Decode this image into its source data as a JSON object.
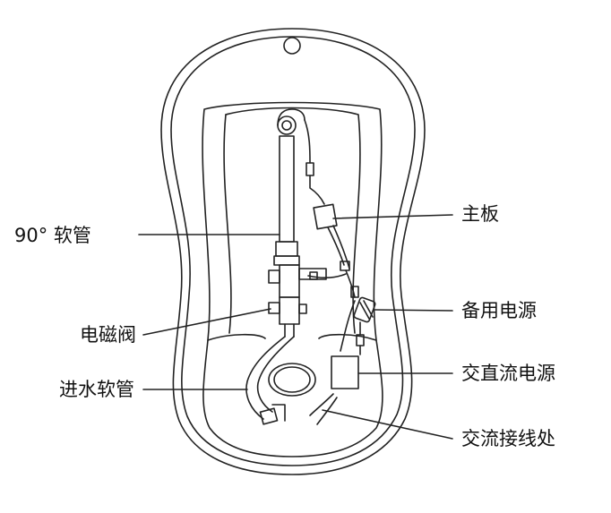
{
  "labels": {
    "soft_pipe_90": "90° 软管",
    "solenoid_valve": "电磁阀",
    "inlet_hose": "进水软管",
    "main_board": "主板",
    "backup_power": "备用电源",
    "ac_dc_power": "交直流电源",
    "ac_wiring": "交流接线处"
  },
  "colors": {
    "stroke": "#222222",
    "text": "#111111"
  }
}
